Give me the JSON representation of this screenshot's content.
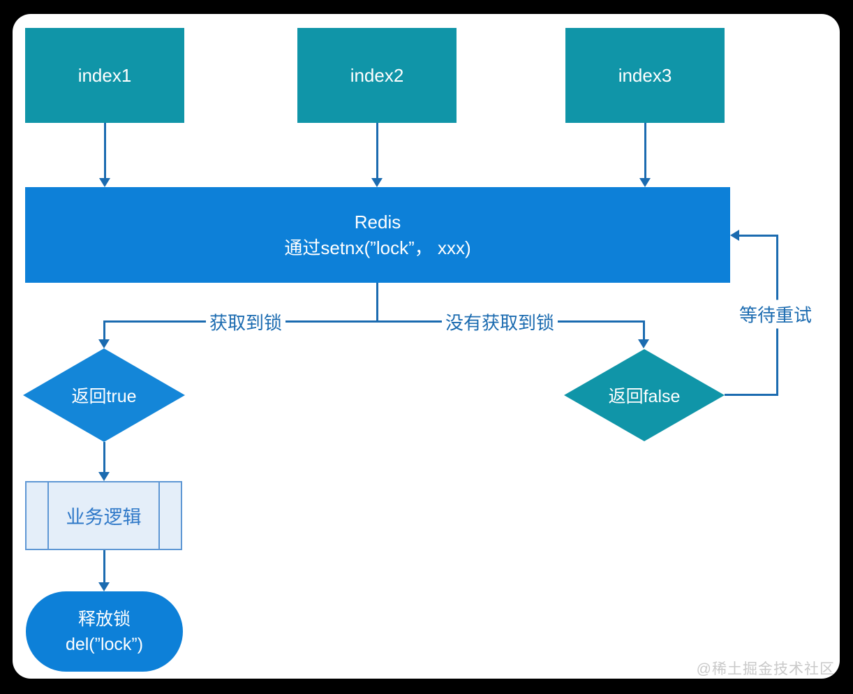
{
  "colors": {
    "frame-bg": "#000000",
    "card-bg": "#ffffff",
    "teal": "#1095a8",
    "blue": "#0d80d8",
    "diamond-blue": "#1486d8",
    "process-fill": "#e4eef9",
    "process-border": "#5e97d4",
    "process-text": "#2e78c8",
    "line": "#1b6bb0",
    "label-text": "#1b6bb0",
    "watermark": "#c9c9c9"
  },
  "nodes": {
    "index1": "index1",
    "index2": "index2",
    "index3": "index3",
    "redis_title": "Redis",
    "redis_subtitle": "通过setnx(”lock”， xxx)",
    "return_true": "返回true",
    "return_false": "返回false",
    "business_logic": "业务逻辑",
    "release_line1": "释放锁",
    "release_line2": "del(”lock”)"
  },
  "edge_labels": {
    "acquired": "获取到锁",
    "not_acquired": "没有获取到锁",
    "retry": "等待重试"
  },
  "watermark": "@稀土掘金技术社区"
}
